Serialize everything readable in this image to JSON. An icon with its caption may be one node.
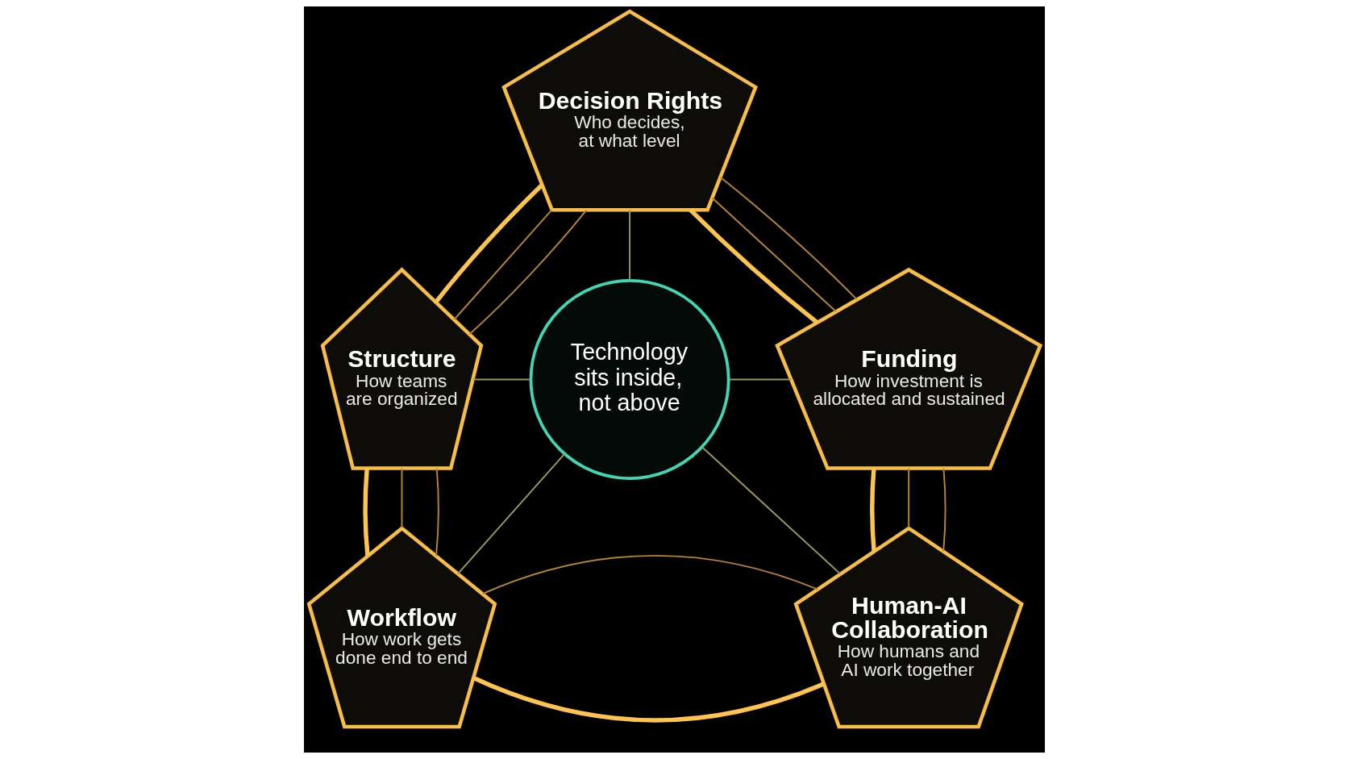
{
  "diagram": {
    "nodes": [
      {
        "text": [
          "Decision Rights",
          "Who decides, at what level"
        ]
      },
      {
        "text": [
          "Structure",
          "How teams are organized"
        ]
      },
      {
        "text": [
          "Funding",
          "How investment is allocated and sustained"
        ]
      },
      {
        "text": [
          "Technology sits inside, not above"
        ]
      },
      {
        "text": [
          "Workflow",
          "How work gets done end to end"
        ]
      },
      {
        "text": [
          "Human-AI Collaboration",
          "How humans and AI work together"
        ]
      }
    ],
    "edges": [
      {
        "from": 0,
        "to": 1,
        "arrow": "none",
        "style": "thick",
        "color": "#ffc44d"
      },
      {
        "from": 0,
        "to": 2,
        "arrow": "none",
        "style": "thick",
        "color": "#ffc44d"
      },
      {
        "from": 1,
        "to": 4,
        "arrow": "none",
        "style": "thick",
        "color": "#ffc44d"
      },
      {
        "from": 2,
        "to": 5,
        "arrow": "none",
        "style": "thick",
        "color": "#ffc44d"
      },
      {
        "from": 4,
        "to": 5,
        "arrow": "none",
        "style": "thick",
        "color": "#ffc44d"
      },
      {
        "from": 0,
        "to": 1,
        "arrow": "none"
      },
      {
        "from": 0,
        "to": 2,
        "arrow": "none"
      },
      {
        "from": 1,
        "to": 4,
        "arrow": "none"
      },
      {
        "from": 2,
        "to": 5,
        "arrow": "none"
      },
      {
        "from": 4,
        "to": 5,
        "arrow": "none"
      },
      {
        "from": 0,
        "to": 1,
        "arrow": "none"
      },
      {
        "from": 0,
        "to": 2,
        "arrow": "none"
      },
      {
        "from": 1,
        "to": 4,
        "arrow": "none"
      },
      {
        "from": 2,
        "to": 5,
        "arrow": "none"
      },
      {
        "from": 0,
        "to": 3,
        "arrow": "none",
        "color": "#9a9a4e"
      },
      {
        "from": 1,
        "to": 3,
        "arrow": "none",
        "color": "#9a9a4e"
      },
      {
        "from": 2,
        "to": 3,
        "arrow": "none",
        "color": "#9a9a4e"
      },
      {
        "from": 4,
        "to": 3,
        "arrow": "none",
        "color": "#9a9a4e"
      },
      {
        "from": 5,
        "to": 3,
        "arrow": "none",
        "color": "#9a9a4e"
      }
    ]
  }
}
